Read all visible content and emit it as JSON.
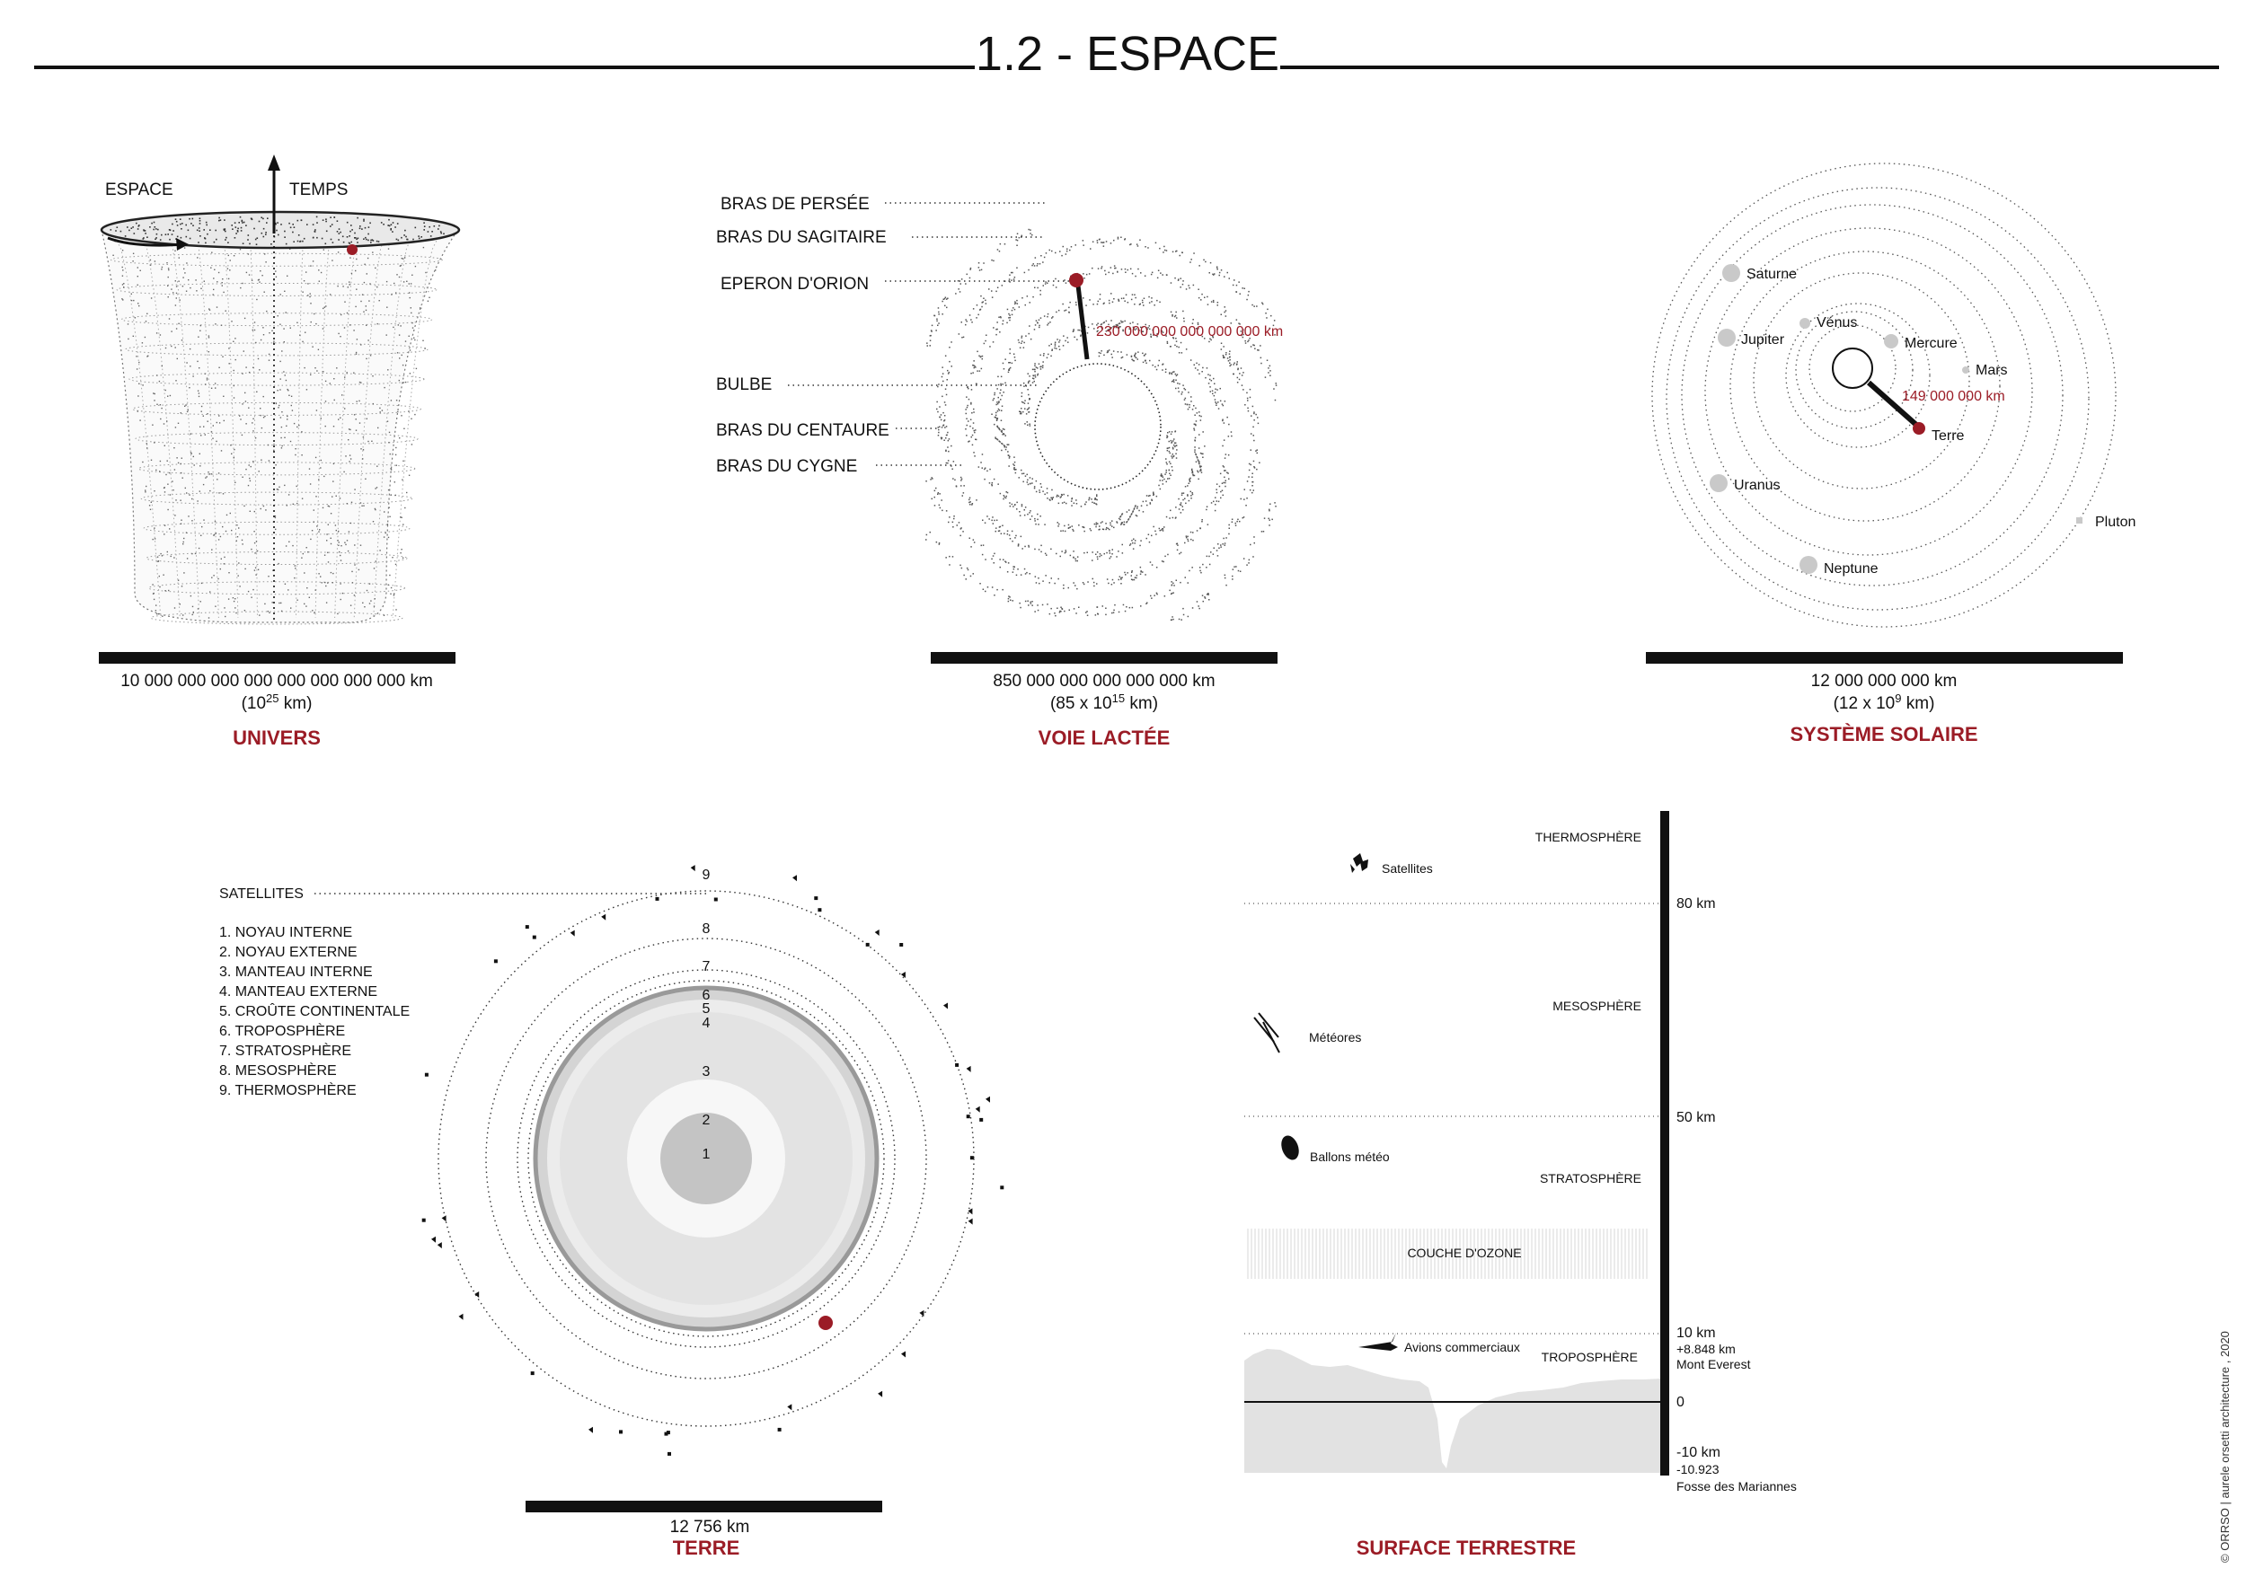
{
  "page": {
    "title": "1.2 - ESPACE",
    "credit": "© ORRSO | aurele orsetti architecture , 2020"
  },
  "colors": {
    "accent": "#9b1c26",
    "ink": "#111111",
    "grey": "#c9c9c9"
  },
  "univers": {
    "label_espace": "ESPACE",
    "label_temps": "TEMPS",
    "scale": "10 000 000 000 000 000 000 000 000 km",
    "scale_exp_base": "(10",
    "scale_exp_power": "25",
    "scale_exp_unit": " km)",
    "title": "UNIVERS"
  },
  "voie_lactee": {
    "arms": [
      {
        "key": "persee",
        "label": "BRAS DE PERSÉE"
      },
      {
        "key": "sagitaire",
        "label": "BRAS DU SAGITAIRE"
      },
      {
        "key": "orion",
        "label": "EPERON D'ORION"
      },
      {
        "key": "bulbe",
        "label": "BULBE"
      },
      {
        "key": "centaure",
        "label": "BRAS DU CENTAURE"
      },
      {
        "key": "cygne",
        "label": "BRAS DU CYGNE"
      }
    ],
    "distance": "230 000 000 000 000 000 km",
    "scale": "850 000 000 000 000 000 km",
    "scale_exp_base": "(85 x 10",
    "scale_exp_power": "15",
    "scale_exp_unit": " km)",
    "title": "VOIE LACTÉE"
  },
  "systeme_solaire": {
    "planets": [
      "Mercure",
      "Vénus",
      "Terre",
      "Mars",
      "Jupiter",
      "Saturne",
      "Uranus",
      "Neptune",
      "Pluton"
    ],
    "distance": "149 000 000 km",
    "scale": "12 000 000 000 km",
    "scale_exp_base": "(12 x 10",
    "scale_exp_power": "9",
    "scale_exp_unit": " km)",
    "title": "SYSTÈME SOLAIRE"
  },
  "terre": {
    "satellites_label": "SATELLITES",
    "layers": [
      "1. NOYAU INTERNE",
      "2. NOYAU EXTERNE",
      "3. MANTEAU INTERNE",
      "4. MANTEAU EXTERNE",
      "5. CROÛTE  CONTINENTALE",
      "6. TROPOSPHÈRE",
      "7. STRATOSPHÈRE",
      "8. MESOSPHÈRE",
      "9. THERMOSPHÈRE"
    ],
    "layer_numbers": [
      "1",
      "2",
      "3",
      "4",
      "5",
      "6",
      "7",
      "8",
      "9"
    ],
    "scale": "12 756 km",
    "title": "TERRE"
  },
  "surface_terrestre": {
    "zones": [
      "THERMOSPHÈRE",
      "MESOSPHÈRE",
      "STRATOSPHÈRE",
      "COUCHE D'OZONE",
      "TROPOSPHÈRE"
    ],
    "objects": [
      "Satellites",
      "Météores",
      "Ballons météo",
      "Avions commerciaux"
    ],
    "altitudes": [
      "80 km",
      "50 km",
      "10 km",
      "0",
      "-10 km"
    ],
    "everest_value": "+8.848 km",
    "everest_label": "Mont Everest",
    "trench_value": "-10.923",
    "trench_label": "Fosse des Mariannes",
    "title": "SURFACE TERRESTRE"
  }
}
